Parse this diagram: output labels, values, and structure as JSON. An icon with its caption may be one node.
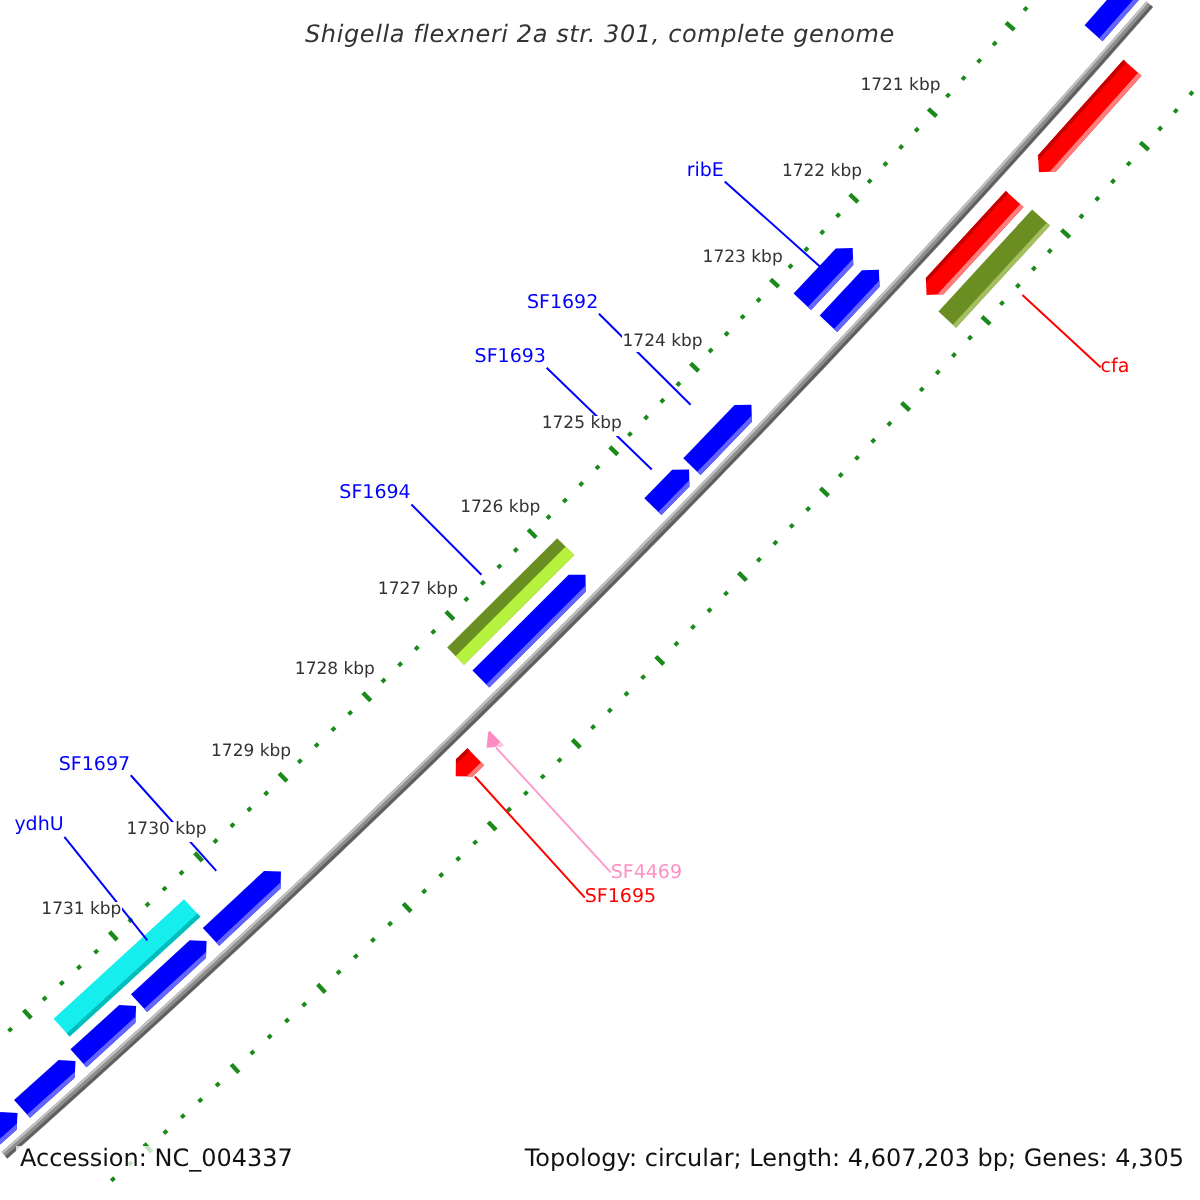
{
  "diagram": {
    "title": "Shigella flexneri 2a str. 301, complete genome",
    "nodes": [
      {
        "text": [],
        "shape": "pentagon"
      },
      {
        "text": [],
        "shape": "pentagon"
      },
      {
        "text": [
          "ribE"
        ]
      },
      {
        "text": [],
        "shape": "pentagon"
      },
      {
        "text": [],
        "shape": "bar"
      },
      {
        "text": [],
        "shape": "pentagon"
      },
      {
        "text": [],
        "shape": "pentagon"
      },
      {
        "text": [
          "SF1692"
        ]
      },
      {
        "text": [
          "SF1693"
        ]
      },
      {
        "text": [
          "cfa"
        ]
      },
      {
        "text": [],
        "shape": "pentagon"
      },
      {
        "text": [],
        "shape": "pentagon"
      },
      {
        "text": [
          "SF1694"
        ]
      },
      {
        "text": [],
        "shape": "bar"
      },
      {
        "text": [],
        "shape": "pentagon"
      },
      {
        "text": [],
        "shape": "pentagon"
      },
      {
        "text": [],
        "shape": "pentagon"
      },
      {
        "text": [
          "SF1697"
        ]
      },
      {
        "text": [
          "ydhU"
        ]
      },
      {
        "text": [
          "SF4469"
        ]
      },
      {
        "text": [],
        "shape": "pentagon"
      },
      {
        "text": [],
        "shape": "bar"
      },
      {
        "text": [
          "SF1695"
        ]
      },
      {
        "text": [],
        "shape": "pentagon"
      },
      {
        "text": [],
        "shape": "pentagon"
      },
      {
        "text": [],
        "shape": "pentagon"
      },
      {
        "text": [],
        "shape": "pentagon"
      }
    ],
    "edges": [
      {
        "from": 2,
        "to": 6,
        "arrow": "none"
      },
      {
        "from": 7,
        "to": 10,
        "arrow": "none"
      },
      {
        "from": 8,
        "to": 11,
        "arrow": "none"
      },
      {
        "from": 9,
        "to": 3,
        "arrow": "none",
        "color": "#ff0000"
      },
      {
        "from": 12,
        "to": 14,
        "arrow": "none"
      },
      {
        "from": 17,
        "to": 20,
        "arrow": "none"
      },
      {
        "from": 18,
        "to": 23,
        "arrow": "none"
      },
      {
        "from": 19,
        "to": 15,
        "arrow": "none",
        "color": "#ff99cc"
      },
      {
        "from": 22,
        "to": 16,
        "arrow": "none",
        "color": "#ff0000"
      }
    ],
    "labels": [
      "1721 kbp",
      "1722 kbp",
      "1723 kbp",
      "1724 kbp",
      "1725 kbp",
      "1726 kbp",
      "1727 kbp",
      "1728 kbp",
      "1729 kbp",
      "1730 kbp",
      "1731 kbp",
      "Accession: NC_004337",
      "Topology: circular; Length: 4,607,203 bp; Genes: 4,305"
    ]
  }
}
